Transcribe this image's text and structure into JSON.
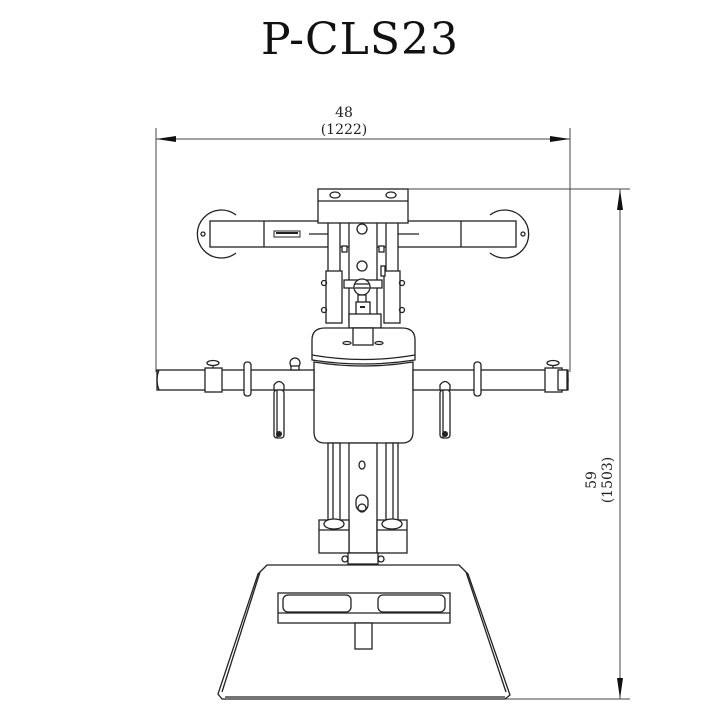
{
  "title": "P-CLS23",
  "dimensions": {
    "width": {
      "imperial": "48",
      "metric": "(1222)"
    },
    "height": {
      "imperial": "59",
      "metric": "(1503)"
    }
  },
  "drawing": {
    "subject": "front-view-machine-drawing",
    "line_color": "#222222",
    "background": "#ffffff"
  }
}
